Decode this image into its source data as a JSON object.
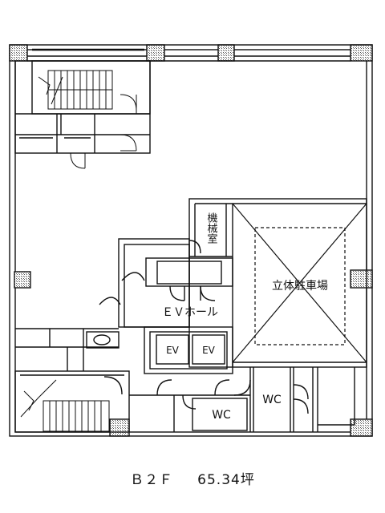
{
  "plan": {
    "rooms": {
      "machine_room": "機械室",
      "parking": "立体駐車場",
      "ev_hall": "ＥＶホール",
      "ev1": "EV",
      "ev2": "EV",
      "wc1": "WC",
      "wc2": "WC"
    }
  },
  "caption": {
    "floor": "Ｂ２Ｆ",
    "area": "65.34坪"
  }
}
